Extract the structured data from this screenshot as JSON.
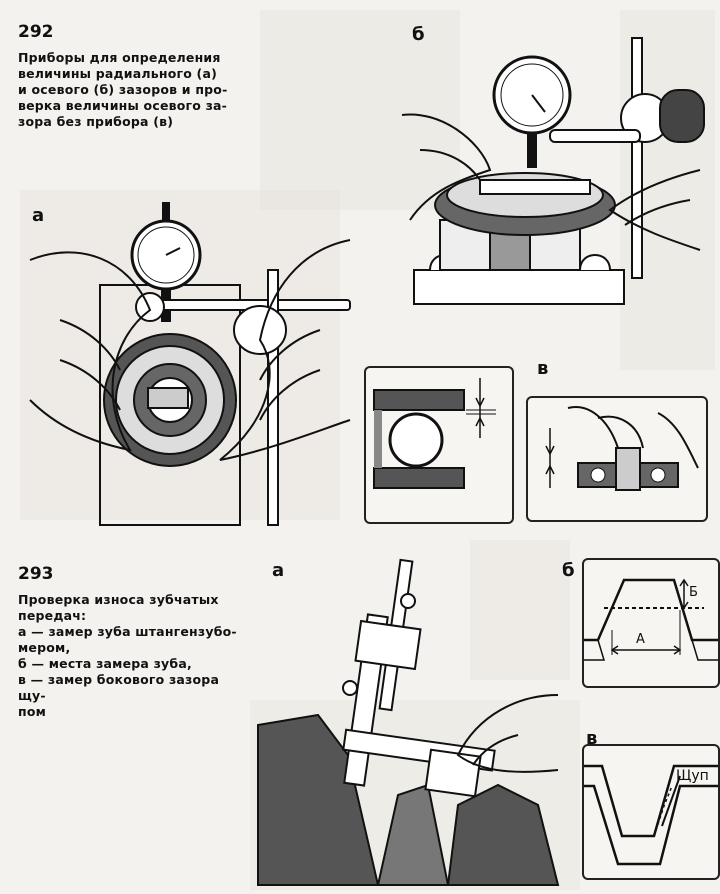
{
  "fig292": {
    "number": "292",
    "caption_lines": [
      "Приборы для определения",
      "величины радиального (а)",
      "и осевого (б) зазоров и про-",
      "верка величины осевого за-",
      "зора без прибора (в)"
    ],
    "label_a": "а",
    "label_b": "б",
    "label_v": "в"
  },
  "fig293": {
    "number": "293",
    "caption_lines": [
      "Проверка износа зубчатых",
      "передач:",
      "а — замер зуба штангензубо-",
      "мером,",
      "б — места замера зуба,",
      "в — замер бокового зазора щу-",
      "пом"
    ],
    "label_a": "а",
    "label_b": "б",
    "label_v": "в",
    "dim_A": "А",
    "dim_B": "Б",
    "feeler_label": "Щуп"
  }
}
